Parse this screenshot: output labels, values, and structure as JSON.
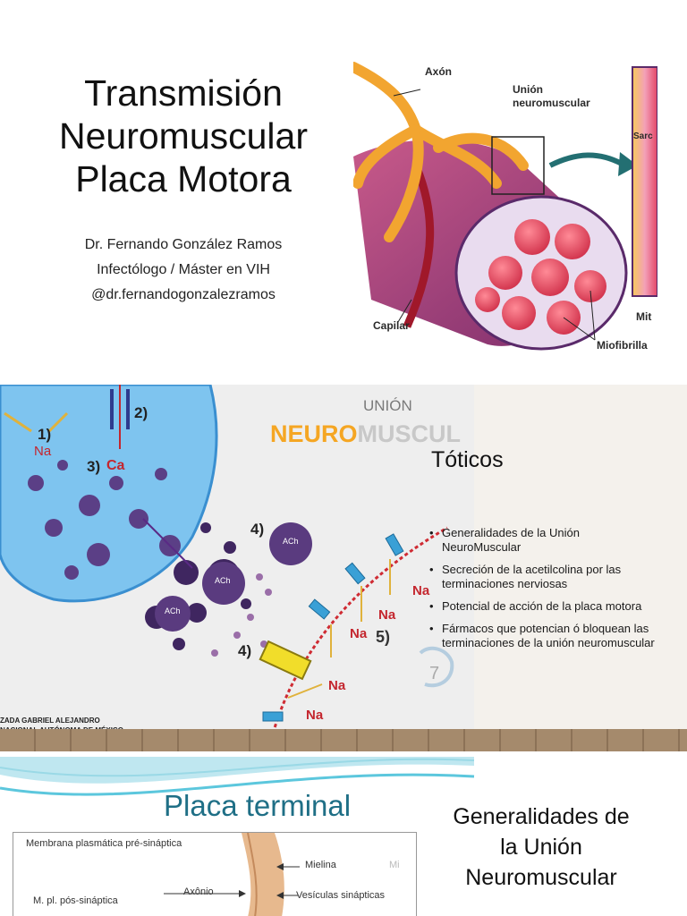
{
  "slide1": {
    "title_lines": [
      "Transmisión",
      "Neuromuscular",
      "Placa Motora"
    ],
    "author_lines": [
      "Dr. Fernando González Ramos",
      "Infectólogo / Máster en VIH",
      "@dr.fernandogonzalezramos"
    ],
    "figure_labels": {
      "axon": "Axón",
      "union": "Unión\nneuromuscular",
      "capilar": "Capilar",
      "miofibrillas": "Miofibrilla",
      "sarc": "Sarc",
      "mit": "Mit"
    }
  },
  "slide2": {
    "figure": {
      "header_small": "UNIÓN",
      "header_big_a": "NEURO",
      "header_big_b": "MUSCUL",
      "step_labels": [
        "1)",
        "2)",
        "3)",
        "4)",
        "4)",
        "5)",
        "7"
      ],
      "ion_labels": {
        "na": "Na",
        "ca": "Ca"
      },
      "ach": "ACh",
      "credit_lines": [
        "ZADA GABRIEL ALEJANDRO",
        "NACIONAL AUTÓNOMA DE MÉXICO"
      ]
    },
    "title": "Tóticos",
    "bullets": [
      "Generalidades de la Unión NeuroMuscular",
      "Secreción de la acetilcolina por las terminaciones nerviosas",
      "Potencial de acción de la placa motora",
      "Fármacos que potencian ó bloquean las terminaciones de la unión neuromuscular"
    ],
    "bullet_symbol": "•"
  },
  "slide3": {
    "title": "Placa terminal",
    "right_title_lines": [
      "Generalidades de",
      "la Unión",
      "Neuromuscular"
    ],
    "figure_labels": {
      "membrana_pre": "Membrana plasmática pré-sináptica",
      "membrana_pos": "M. pl. pós-sináptica",
      "axonio": "Axônio",
      "mielina": "Mielina",
      "vesiculas": "Vesículas sinápticas",
      "mi": "Mi"
    }
  },
  "colors": {
    "accent_teal": "#1f6f86",
    "na_red": "#c4262e",
    "header_orange": "#f5a623",
    "vesicle_purple": "#4b2c6e"
  }
}
